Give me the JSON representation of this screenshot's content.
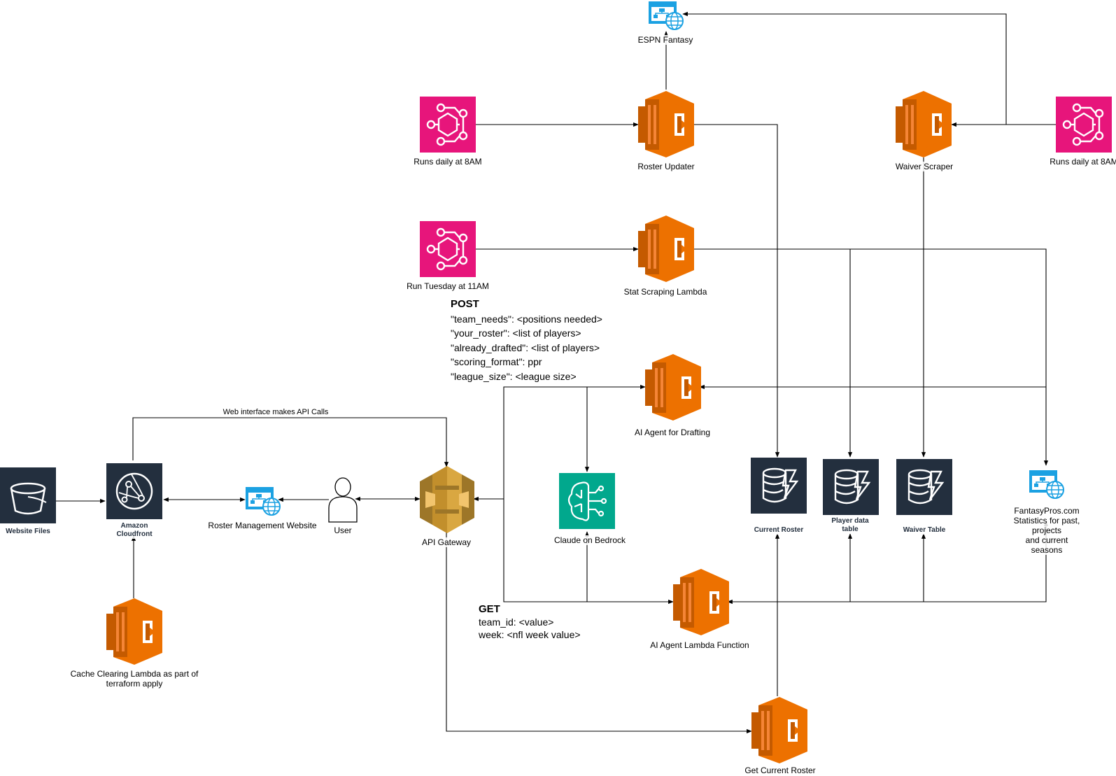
{
  "nodes": {
    "espn_fantasy": {
      "label": "ESPN Fantasy",
      "icon": "web-app-icon"
    },
    "event_roster": {
      "label": "Runs daily at 8AM",
      "icon": "eventbridge-icon"
    },
    "roster_updater": {
      "label": "Roster Updater",
      "icon": "lambda-icon"
    },
    "waiver_scraper": {
      "label": "Waiver Scraper",
      "icon": "lambda-icon"
    },
    "event_waiver": {
      "label": "Runs daily at 8AM",
      "icon": "eventbridge-icon"
    },
    "event_stats": {
      "label": "Run Tuesday at 11AM",
      "icon": "eventbridge-icon"
    },
    "stat_scraper": {
      "label": "Stat Scraping Lambda",
      "icon": "lambda-icon"
    },
    "ai_drafting": {
      "label": "AI Agent for Drafting",
      "icon": "lambda-icon"
    },
    "website_files": {
      "label": "Website Files",
      "icon": "s3-bucket-icon"
    },
    "cloudfront": {
      "label": "Amazon\nCloudfront",
      "icon": "cloudfront-icon"
    },
    "roster_site": {
      "label": "Roster Management Website",
      "icon": "web-app-icon"
    },
    "user": {
      "label": "User",
      "icon": "user-icon"
    },
    "api_gateway": {
      "label": "API Gateway",
      "icon": "api-gateway-icon"
    },
    "bedrock": {
      "label": "Claude on Bedrock",
      "icon": "bedrock-icon"
    },
    "current_roster": {
      "label": "Current Roster",
      "icon": "dynamodb-icon"
    },
    "player_table": {
      "label": "Player data\ntable",
      "icon": "dynamodb-icon"
    },
    "waiver_table": {
      "label": "Waiver Table",
      "icon": "dynamodb-icon"
    },
    "fantasypros": {
      "label": "FantasyPros.com\nStatistics for past, projects\nand current seasons",
      "icon": "web-app-icon"
    },
    "ai_lambda": {
      "label": "AI Agent Lambda Function",
      "icon": "lambda-icon"
    },
    "cache_lambda": {
      "label": "Cache Clearing Lambda as part of\nterraform apply",
      "icon": "lambda-icon"
    },
    "get_roster": {
      "label": "Get Current Roster",
      "icon": "lambda-icon"
    }
  },
  "edge_labels": {
    "web_api": "Web interface makes API Calls"
  },
  "post_request": {
    "method": "POST",
    "lines": [
      "\"team_needs\": <positions needed>",
      "\"your_roster\": <list of players>",
      "\"already_drafted\": <list of players>",
      "\"scoring_format\": ppr",
      "\"league_size\": <league size>"
    ]
  },
  "get_request": {
    "method": "GET",
    "lines": [
      "team_id: <value>",
      "week: <nfl week value>"
    ]
  },
  "colors": {
    "lambda_orange": "#ed7100",
    "lambda_dark": "#c45a00",
    "eventbridge_pink": "#e7157b",
    "dark_service": "#232f3e",
    "api_gold": "#d9a741",
    "bedrock_green": "#01a88d",
    "web_blue": "#1ba1e2"
  }
}
